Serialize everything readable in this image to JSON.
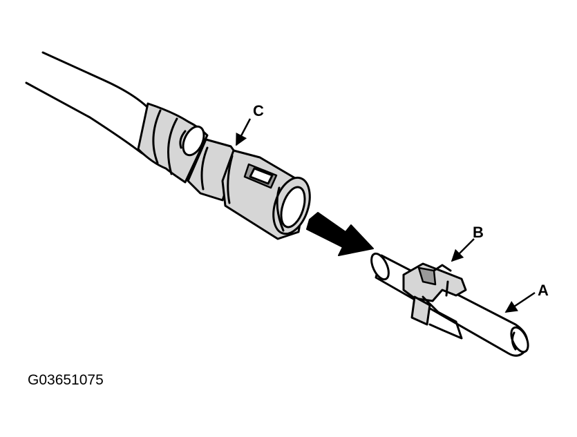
{
  "figure": {
    "id_text": "G03651075",
    "labels": {
      "a": "A",
      "b": "B",
      "c": "C"
    },
    "colors": {
      "line": "#000000",
      "fill": "#d6d6d6",
      "shadow": "#9a9a9a",
      "background": "#ffffff"
    }
  }
}
